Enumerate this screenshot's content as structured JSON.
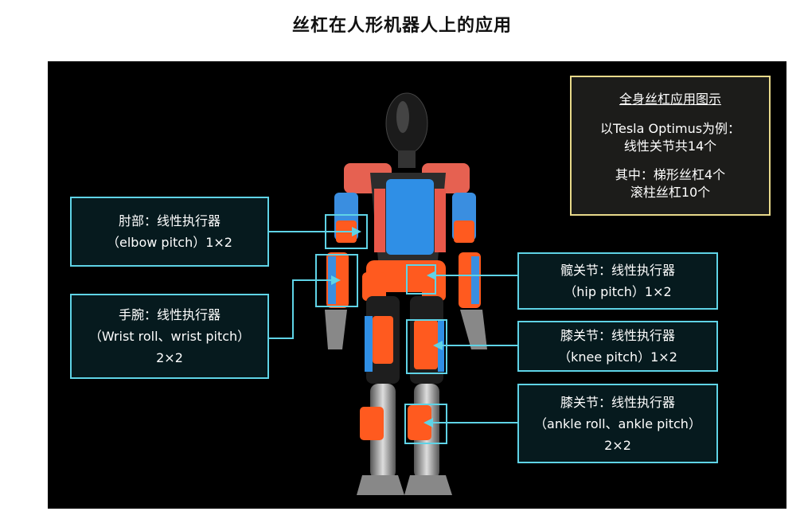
{
  "title": "丝杠在人形机器人上的应用",
  "summary": {
    "heading": "全身丝杠应用图示",
    "line1": "以Tesla Optimus为例：",
    "line2": "线性关节共14个",
    "line3": "其中：梯形丝杠4个",
    "line4": "滚柱丝杠10个"
  },
  "callouts": {
    "elbow": {
      "line1": "肘部：线性执行器",
      "line2": "（elbow pitch）1×2"
    },
    "wrist": {
      "line1": "手腕：线性执行器",
      "line2": "（Wrist roll、wrist pitch）",
      "line3": "2×2"
    },
    "hip": {
      "line1": "髋关节：线性执行器",
      "line2": "（hip pitch）1×2"
    },
    "knee": {
      "line1": "膝关节：线性执行器",
      "line2": "（knee pitch）1×2"
    },
    "ankle": {
      "line1": "膝关节：线性执行器",
      "line2": "（ankle roll、ankle pitch）",
      "line3": "2×2"
    }
  },
  "colors": {
    "accent": "#5fd3e6",
    "summary_border": "#e8d98a",
    "actuator": "#ff5a1f",
    "blue_part": "#2f8fe6"
  }
}
